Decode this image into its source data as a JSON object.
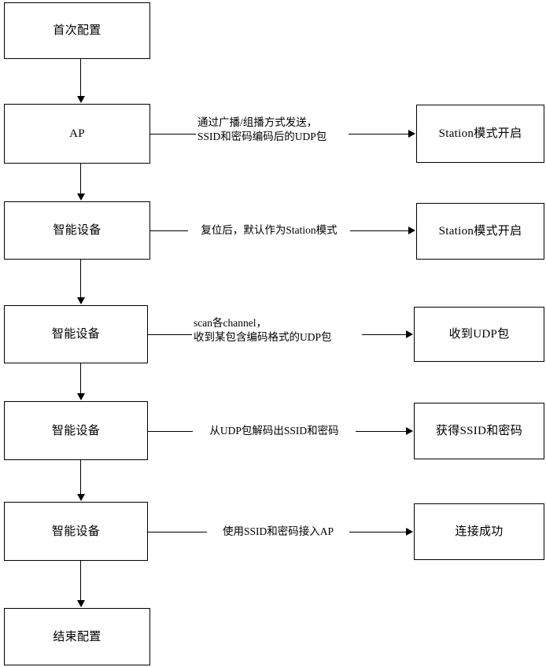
{
  "diagram": {
    "title": "Wi-Fi Smart Configuration Flowchart",
    "colors": {
      "stroke": "#000000",
      "fill": "#ffffff",
      "text": "#000000"
    },
    "nodes": {
      "start": "首次配置",
      "ap": "AP",
      "device_1": "智能设备",
      "device_2": "智能设备",
      "device_3": "智能设备",
      "device_4": "智能设备",
      "end": "结束配置",
      "result_1": "Station模式开启",
      "result_2": "Station模式开启",
      "result_3": "收到UDP包",
      "result_4": "获得SSID和密码",
      "result_5": "连接成功"
    },
    "edge_labels": {
      "edge_1_line_1": "通过广播/组播方式发送，",
      "edge_1_line_2": "SSID和密码编码后的UDP包",
      "edge_2": "复位后，默认作为Station模式",
      "edge_3_line_1": "scan各channel，",
      "edge_3_line_2": "收到某包含编码格式的UDP包",
      "edge_4": "从UDP包解码出SSID和密码",
      "edge_5": "使用SSID和密码接入AP"
    }
  }
}
